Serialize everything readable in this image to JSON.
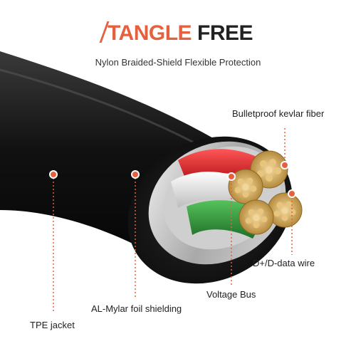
{
  "header": {
    "title_accent": "TANGLE",
    "title_main": "FREE",
    "subtitle": "Nylon Braided-Shield Flexible Protection"
  },
  "callouts": {
    "kevlar": "Bulletproof kevlar fiber",
    "data_wire": "D+/D-data wire",
    "voltage": "Voltage Bus",
    "foil": "AL-Mylar foil shielding",
    "jacket": "TPE jacket"
  },
  "colors": {
    "accent": "#e5603f",
    "jacket": "#1a1a1a",
    "wire_red": "#d6262a",
    "wire_white": "#e8e8e8",
    "wire_green": "#2f9a3a",
    "copper": "#c9a15a"
  }
}
